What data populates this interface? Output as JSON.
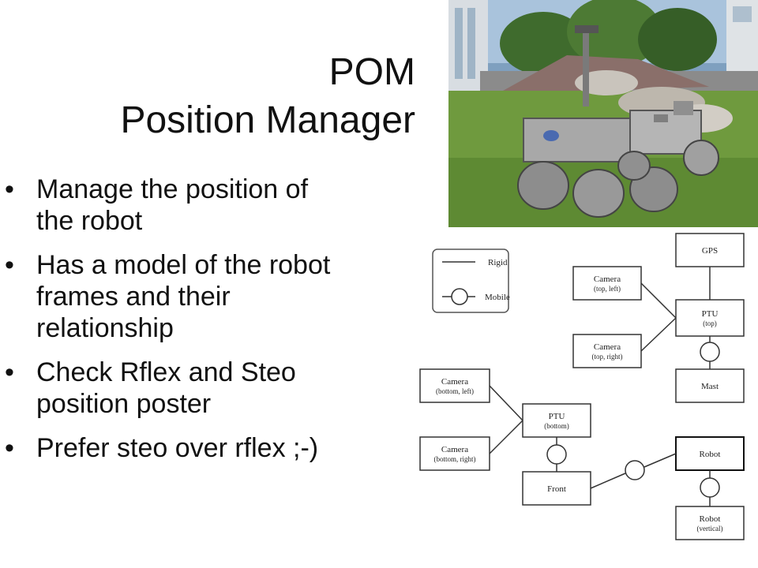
{
  "title": {
    "line1": "POM",
    "line2": "Position Manager"
  },
  "bullets": [
    {
      "line1": "Manage the position of",
      "line2": "the robot"
    },
    {
      "line1": "Has a model of the robot",
      "line2": "frames and their",
      "line3": "relationship"
    },
    {
      "line1": "Check Rflex and Steo",
      "line2": "position poster"
    },
    {
      "line1": "Prefer steo over rflex ;-)"
    }
  ],
  "diagram": {
    "legend": {
      "rigid": "Rigid",
      "mobile": "Mobile"
    },
    "gps": "GPS",
    "cam_top_left": {
      "name": "Camera",
      "pos": "(top, left)"
    },
    "cam_top_right": {
      "name": "Camera",
      "pos": "(top, right)"
    },
    "ptu_top": {
      "name": "PTU",
      "pos": "(top)"
    },
    "mast": "Mast",
    "cam_bottom_left": {
      "name": "Camera",
      "pos": "(bottom, left)"
    },
    "cam_bottom_right": {
      "name": "Camera",
      "pos": "(bottom, right)"
    },
    "ptu_bottom": {
      "name": "PTU",
      "pos": "(bottom)"
    },
    "robot": "Robot",
    "front": "Front",
    "robot_vertical": {
      "name": "Robot",
      "pos": "(vertical)"
    }
  }
}
